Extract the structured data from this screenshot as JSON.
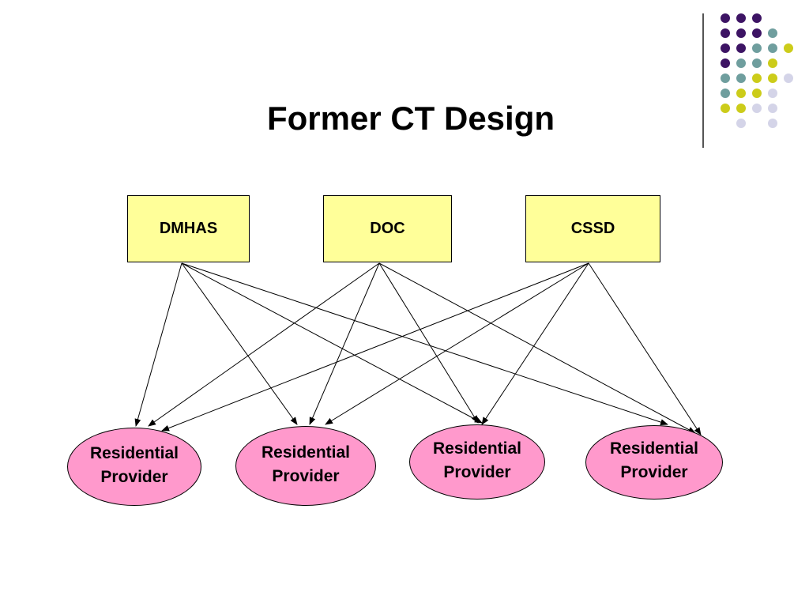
{
  "slide": {
    "title": "Former CT Design"
  },
  "agencies": [
    {
      "label": "DMHAS"
    },
    {
      "label": "DOC"
    },
    {
      "label": "CSSD"
    }
  ],
  "providers": [
    {
      "label": "Residential\nProvider"
    },
    {
      "label": "Residential\nProvider"
    },
    {
      "label": "Residential\nProvider"
    },
    {
      "label": "Residential\nProvider"
    }
  ],
  "connections": [
    {
      "from": "DMHAS",
      "to_provider": 1
    },
    {
      "from": "DMHAS",
      "to_provider": 2
    },
    {
      "from": "DMHAS",
      "to_provider": 3
    },
    {
      "from": "DMHAS",
      "to_provider": 4
    },
    {
      "from": "DOC",
      "to_provider": 1
    },
    {
      "from": "DOC",
      "to_provider": 2
    },
    {
      "from": "DOC",
      "to_provider": 3
    },
    {
      "from": "DOC",
      "to_provider": 4
    },
    {
      "from": "CSSD",
      "to_provider": 1
    },
    {
      "from": "CSSD",
      "to_provider": 2
    },
    {
      "from": "CSSD",
      "to_provider": 3
    },
    {
      "from": "CSSD",
      "to_provider": 4
    }
  ],
  "colors": {
    "agency_fill": "#ffff99",
    "provider_fill": "#ff99cc",
    "dot_purple": "#3d1464",
    "dot_teal": "#6f9e9e",
    "dot_yellow": "#cccc1a",
    "dot_lavender": "#d4d4e8"
  }
}
